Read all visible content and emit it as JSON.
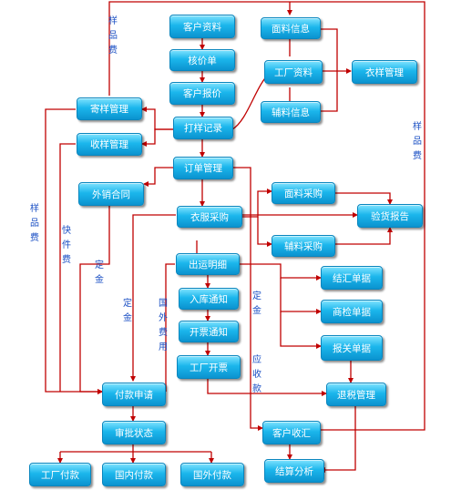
{
  "colors": {
    "line": "#c00000",
    "label": "#1a4fc4",
    "box_top": "#7fe3ff",
    "box_bottom": "#0b93cf"
  },
  "nodes": {
    "customer_info": "客户资料",
    "price_check": "核价单",
    "customer_quote": "客户报价",
    "sample_record": "打样记录",
    "sample_send": "寄样管理",
    "sample_receive": "收样管理",
    "fabric_info": "面料信息",
    "factory_info": "工厂资料",
    "accessory_info": "辅料信息",
    "garment_sample": "衣样管理",
    "order_mgmt": "订单管理",
    "export_contract": "外销合同",
    "garment_purchase": "衣服采购",
    "fabric_purchase": "面料采购",
    "accessory_purchase": "辅料采购",
    "inspection_report": "验货报告",
    "shipment_detail": "出运明细",
    "warehouse_notice": "入库通知",
    "invoice_notice": "开票通知",
    "factory_invoice": "工厂开票",
    "settlement_doc": "结汇单据",
    "commodity_doc": "商检单据",
    "customs_doc": "报关单据",
    "tax_refund": "退税管理",
    "payment_request": "付款申请",
    "approval_status": "审批状态",
    "factory_payment": "工厂付款",
    "domestic_payment": "国内付款",
    "foreign_payment": "国外付款",
    "customer_receipt": "客户收汇",
    "settlement_analysis": "结算分析"
  },
  "labels": {
    "sample_fee_top": "样品费",
    "sample_fee_right": "样品费",
    "sample_fee_left": "样品费",
    "express_fee": "快件费",
    "deposit_1": "定金",
    "deposit_2": "定金",
    "foreign_fee": "国外费用",
    "deposit_3": "定金",
    "receivable": "应收款"
  }
}
